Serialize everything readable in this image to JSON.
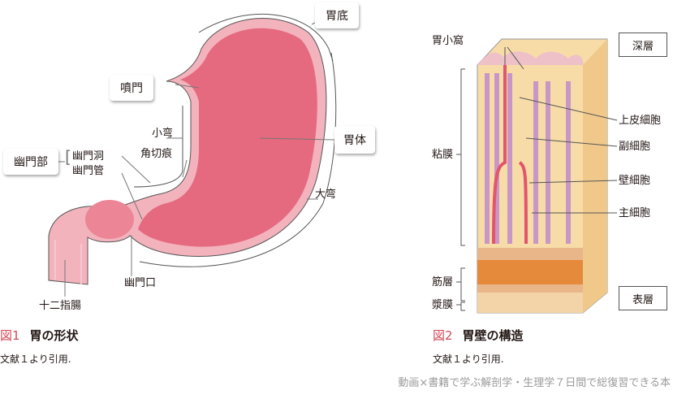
{
  "figure1": {
    "number": "図1",
    "title": "胃の形状",
    "source": "文献１より引用.",
    "labels": {
      "fundus": "胃底",
      "cardia": "噴門",
      "body": "胃体",
      "pyloric_part": "幽門部",
      "lesser_curvature": "小弯",
      "angular_notch": "角切痕",
      "pyloric_antrum": "幽門洞",
      "pyloric_canal": "幽門管",
      "greater_curvature": "大弯",
      "pylorus": "幽門口",
      "duodenum": "十二指腸"
    }
  },
  "figure2": {
    "number": "図2",
    "title": "胃壁の構造",
    "source": "文献１より引用.",
    "labels": {
      "deep_layer": "深層",
      "surface_layer": "表層",
      "gastric_pit": "胃小窩",
      "epithelial_cell": "上皮細胞",
      "accessory_cell": "副細胞",
      "parietal_cell": "壁細胞",
      "chief_cell": "主細胞",
      "mucosa": "粘膜",
      "muscle_layer": "筋層",
      "serosa": "漿膜"
    }
  },
  "footer": "動画×書籍で学ぶ解剖学・生理学７日間で総復習できる本",
  "colors": {
    "accent": "#d24b5a",
    "stomach": "#e56a7f",
    "wall": "#f2b3bd",
    "tissue": "#f7dca8"
  }
}
